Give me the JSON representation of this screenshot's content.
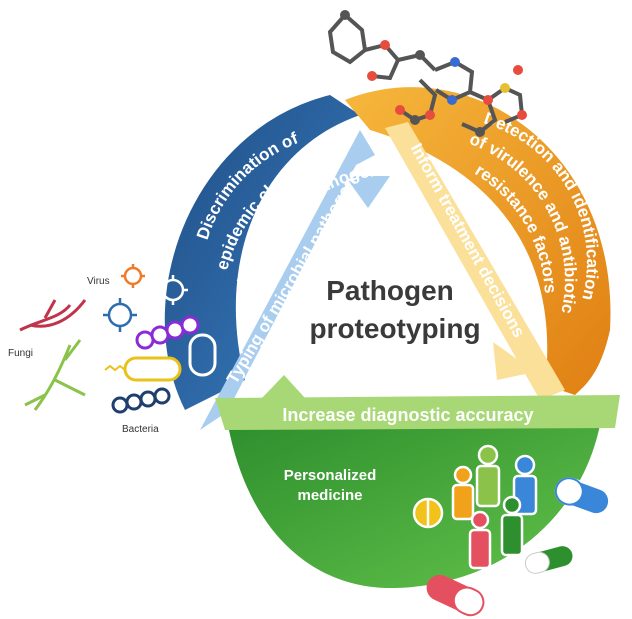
{
  "center": {
    "line1": "Pathogen",
    "line2": "proteotyping"
  },
  "segments": {
    "blue": {
      "line1": "Discrimination of",
      "line2": "epidemic clones with",
      "line3": "characteristic pathogenicity"
    },
    "orange": {
      "line1": "Detection and identification",
      "line2": "of virulence and antibiotic",
      "line3": "resistance factors"
    },
    "green": {
      "line1": "Personalized",
      "line2": "medicine"
    }
  },
  "arrows": {
    "left": "Typing of microbial pathogens",
    "right": "Inform treatment decisions",
    "bottom": "Increase diagnostic accuracy"
  },
  "microbes": {
    "virus": "Virus",
    "fungi": "Fungi",
    "bacteria": "Bacteria"
  },
  "colors": {
    "blue": "#2e6cae",
    "blue_dark": "#1f4f86",
    "blue_light": "#9cc3ea",
    "orange": "#f1a42a",
    "orange_dark": "#e07f13",
    "orange_light": "#fbe09a",
    "green": "#45b23d",
    "green_dark": "#2e8f2e",
    "green_light": "#a8d875"
  }
}
